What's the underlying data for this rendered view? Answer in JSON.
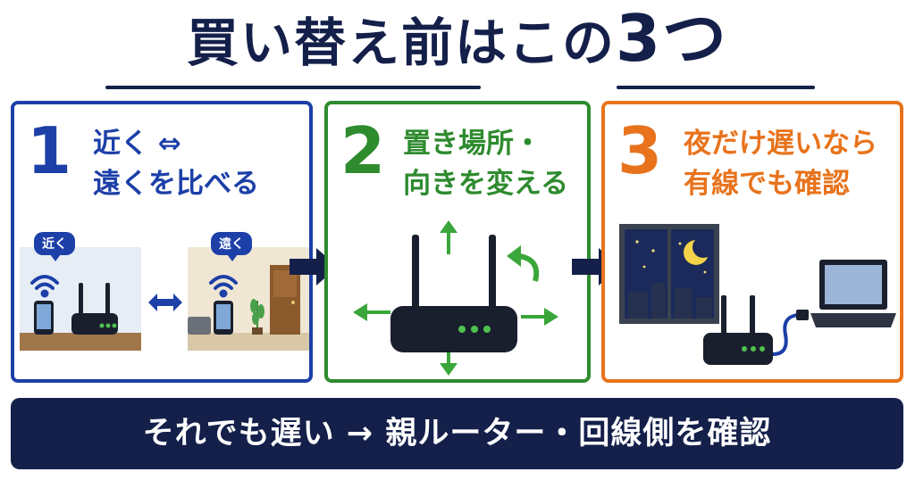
{
  "title": {
    "main": "買い替え前はこの",
    "num": "3つ"
  },
  "steps": [
    {
      "num": "1",
      "text": "近く ⇔\n遠くを比べる",
      "color": "#1c3fa8",
      "near_label": "近く",
      "far_label": "遠く"
    },
    {
      "num": "2",
      "text": "置き場所・\n向きを変える",
      "color": "#2e8b2e"
    },
    {
      "num": "3",
      "text": "夜だけ遅いなら\n有線でも確認",
      "color": "#e8731c"
    }
  ],
  "bottom": {
    "text": "それでも遅い → 親ルーター・回線側を確認"
  },
  "colors": {
    "navy": "#14204a",
    "blue": "#1c3fa8",
    "green": "#2e8b2e",
    "orange": "#e8731c"
  },
  "icons": [
    "wifi-icon",
    "smartphone-icon",
    "router-icon",
    "double-arrow-icon",
    "direction-arrow-icon",
    "rotate-arrow-icon",
    "moon-icon",
    "window-icon",
    "laptop-icon",
    "lan-cable-icon",
    "plant-icon",
    "door-icon",
    "sofa-icon"
  ]
}
